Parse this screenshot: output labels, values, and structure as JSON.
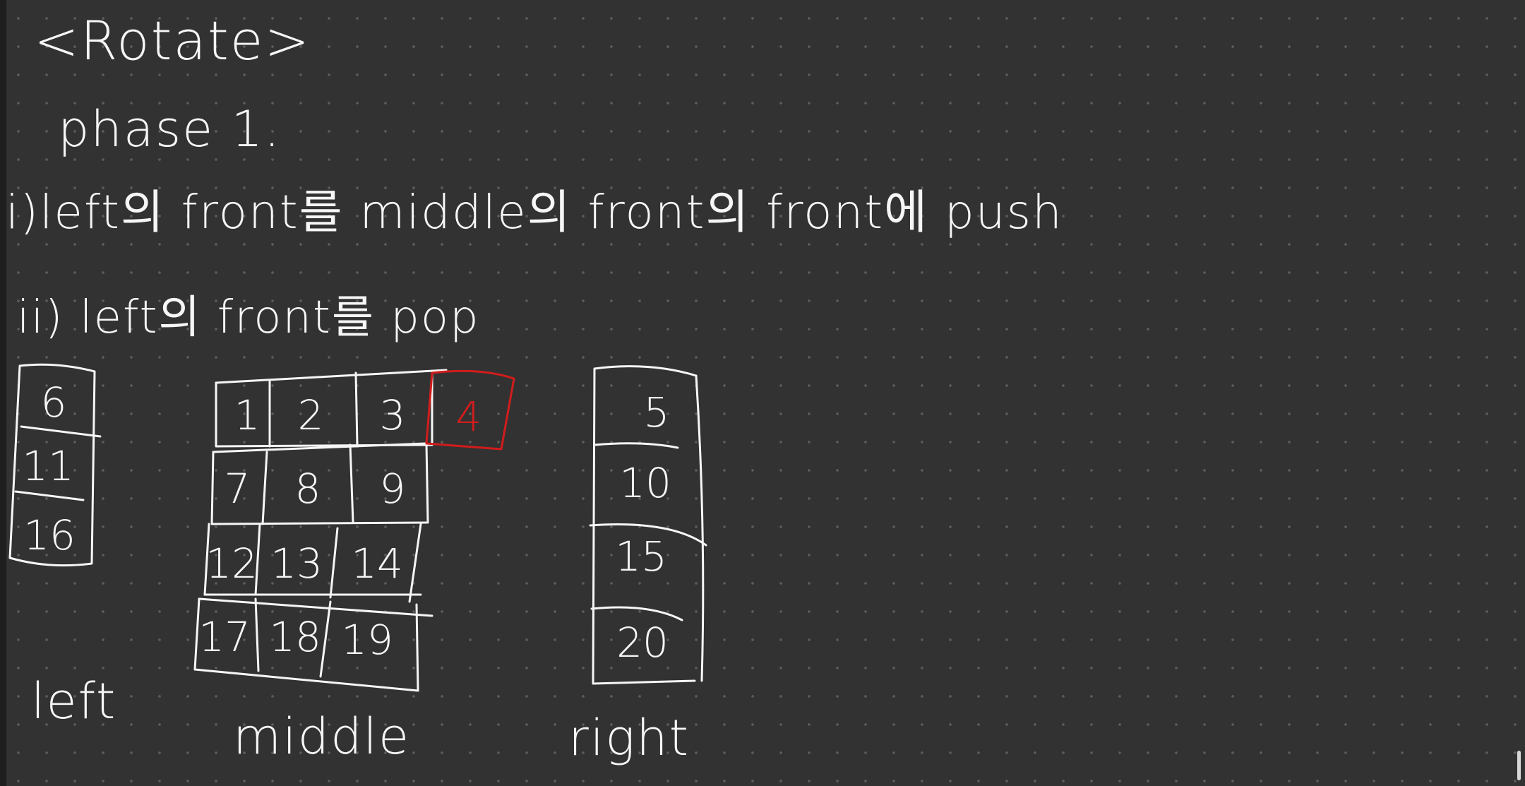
{
  "canvas": {
    "background": "#323232",
    "dot_color": "#5c5c5c",
    "ink_color": "#f6f6f6",
    "highlight_color": "#d21c1c"
  },
  "notes": {
    "heading": "<Rotate>",
    "phase": "phase 1.",
    "step1": "i)left의 front를  middle의  front의  front에 push",
    "step2": "ii) left의 front를  pop"
  },
  "diagram": {
    "left_deque": {
      "caption": "left",
      "cells": [
        "6",
        "11",
        "16"
      ]
    },
    "middle_deque": {
      "caption": "middle",
      "rows": [
        [
          "1",
          "2",
          "3",
          "4"
        ],
        [
          "7",
          "8",
          "9"
        ],
        [
          "12",
          "13",
          "14"
        ],
        [
          "17",
          "18",
          "19"
        ]
      ],
      "highlighted_cell": "4"
    },
    "right_deque": {
      "caption": "right",
      "cells": [
        "5",
        "10",
        "15",
        "20"
      ]
    }
  }
}
